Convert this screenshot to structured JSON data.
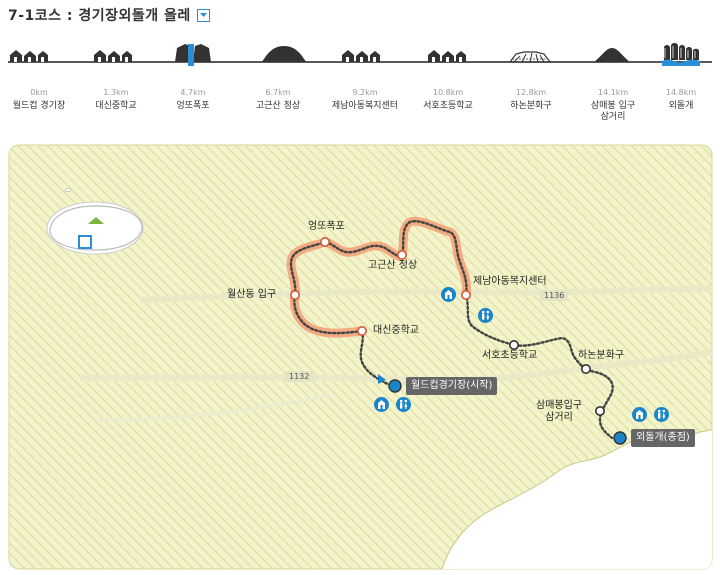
{
  "header": {
    "title": "7-1코스 : 경기장외돌개 올레"
  },
  "profile": {
    "stops": [
      {
        "dist": "0km",
        "name": "월드컵 경기장",
        "icon": "houses-icon"
      },
      {
        "dist": "1.3km",
        "name": "대신중학교",
        "icon": "houses-icon"
      },
      {
        "dist": "4.7km",
        "name": "엉또폭포",
        "icon": "waterfall-icon"
      },
      {
        "dist": "6.7km",
        "name": "고근산 정상",
        "icon": "mountain-icon"
      },
      {
        "dist": "9.2km",
        "name": "제남아동복지센터",
        "icon": "houses-icon"
      },
      {
        "dist": "10.8km",
        "name": "서호초등학교",
        "icon": "houses-icon"
      },
      {
        "dist": "12.8km",
        "name": "하논분화구",
        "icon": "crater-icon"
      },
      {
        "dist": "14.1km",
        "name": "삼매봉 입구",
        "name2": "삼거리",
        "icon": "hill-icon"
      },
      {
        "dist": "14.8km",
        "name": "외돌개",
        "icon": "rocks-sea-icon"
      }
    ]
  },
  "map": {
    "labels": {
      "eongtto": "엉또폭포",
      "gogeunsan": "고근산 정상",
      "jenam": "제남아동복지센터",
      "worsan": "월산동 입구",
      "daesin": "대신중학교",
      "seoho": "서호초등학교",
      "hanon": "하논분화구",
      "sammae1": "삼매봉입구",
      "sammae2": "삼거리"
    },
    "tags": {
      "start": "월드컵경기장(시작)",
      "end": "외돌개(종점)"
    },
    "roads": {
      "r1136": "1136",
      "r1132": "1132"
    },
    "colors": {
      "land": "#f3f3cc",
      "hatch": "#dede9a",
      "route_highlight": "#f3a37a",
      "route_line": "#444444",
      "facility": "#1a85c8",
      "tag_bg": "#666666"
    }
  }
}
